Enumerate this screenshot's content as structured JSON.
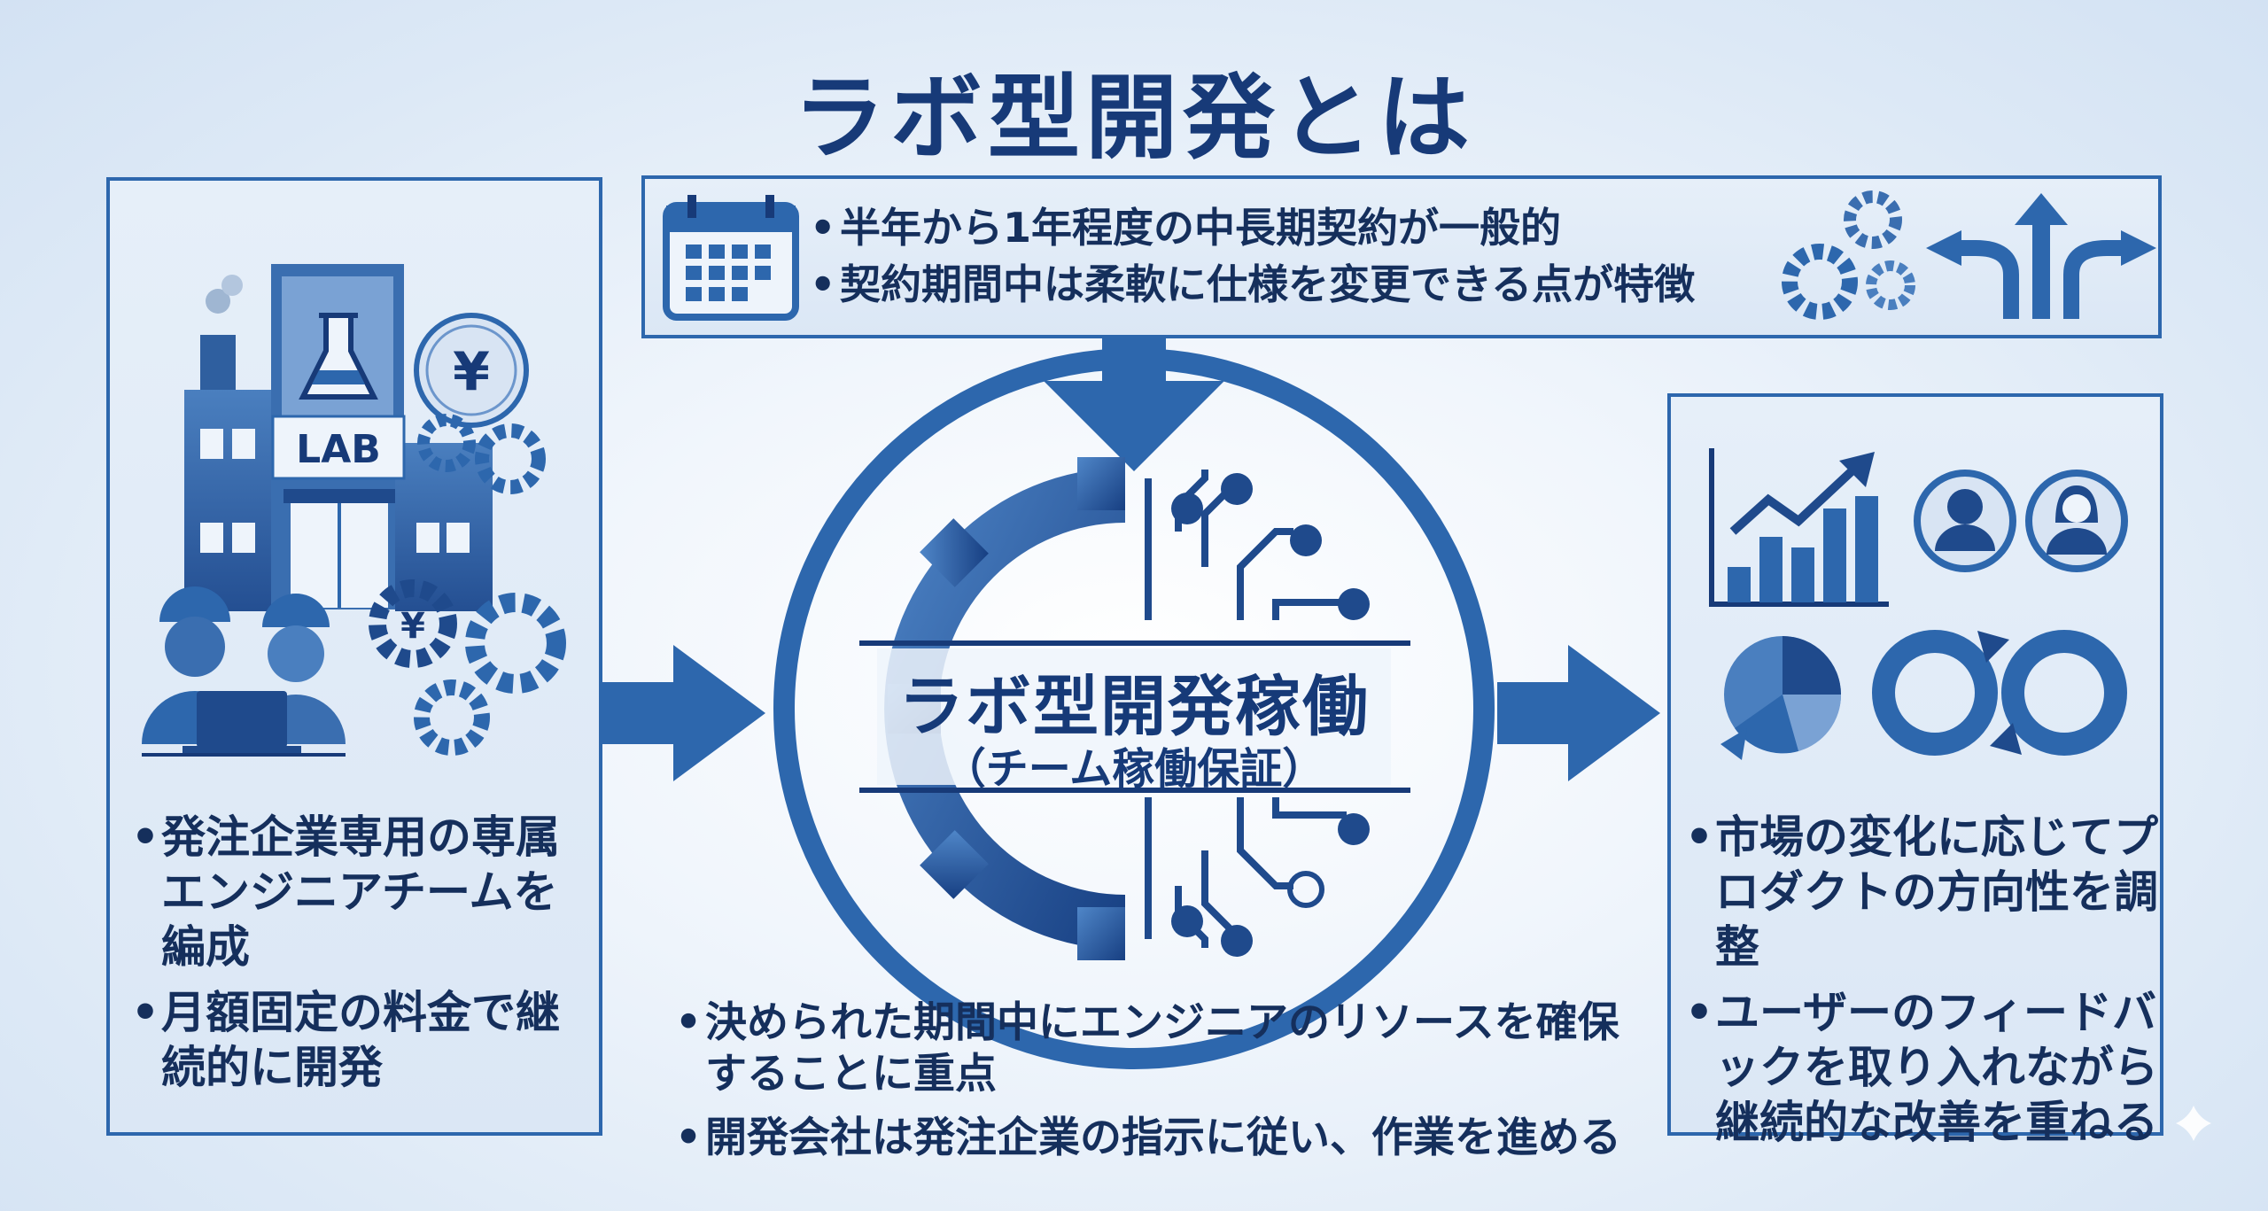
{
  "title": "ラボ型開発とは",
  "left": {
    "lab_sign": "LAB",
    "yen_symbol": "¥",
    "bullets": [
      "発注企業専用の専属エンジニアチームを編成",
      "月額固定の料金で継続的に開発"
    ]
  },
  "top": {
    "bullets": [
      "半年から1年程度の中長期契約が一般的",
      "契約期間中は柔軟に仕様を変更できる点が特徴"
    ]
  },
  "center": {
    "title": "ラボ型開発稼働",
    "subtitle": "（チーム稼働保証）",
    "bullets": [
      "決められた期間中にエンジニアのリソースを確保することに重点",
      "開発会社は発注企業の指示に従い、作業を進める"
    ]
  },
  "right": {
    "bullets": [
      "市場の変化に応じてプロダクトの方向性を調整",
      "ユーザーのフィードバックを取り入れながら継続的な改善を重ねる"
    ]
  },
  "colors": {
    "primary": "#2d67ad",
    "dark": "#173a78",
    "light": "#dbe7f5"
  }
}
